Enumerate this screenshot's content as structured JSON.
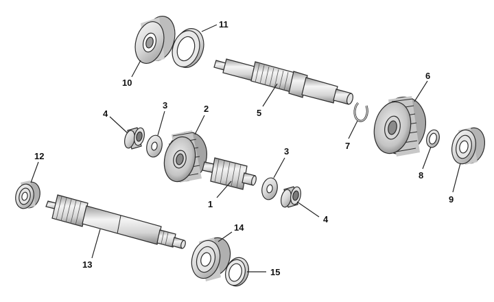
{
  "callouts": {
    "c1": "1",
    "c2": "2",
    "c3a": "3",
    "c3b": "3",
    "c4a": "4",
    "c4b": "4",
    "c5": "5",
    "c6": "6",
    "c7": "7",
    "c8": "8",
    "c9": "9",
    "c10": "10",
    "c11": "11",
    "c12": "12",
    "c13": "13",
    "c14": "14",
    "c15": "15"
  },
  "colors": {
    "ink": "#2a2a2a",
    "metal_light": "#f2f2f2",
    "metal_mid": "#cfcfcf",
    "metal_dark": "#8a8a8a",
    "background": "#ffffff"
  }
}
